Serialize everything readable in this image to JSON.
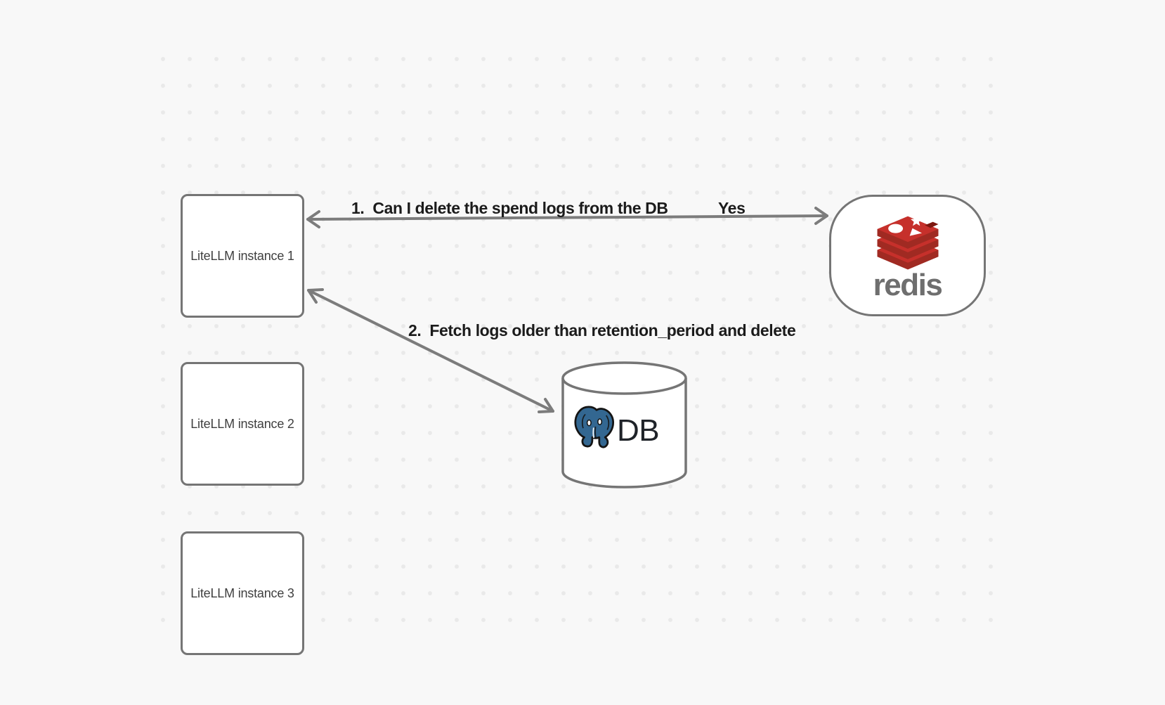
{
  "canvas": {
    "background_color": "#f8f8f8",
    "dot_color": "#e9e9e9",
    "node_border_color": "#757575",
    "arrow_color": "#7c7c7c"
  },
  "instances": [
    {
      "label": "LiteLLM instance 1"
    },
    {
      "label": "LiteLLM instance 2"
    },
    {
      "label": "LiteLLM instance 3"
    }
  ],
  "redis": {
    "wordmark": "redis",
    "brand_red": "#c6302b",
    "brand_red_dark": "#a02a22",
    "wordmark_color": "#6e6e6e"
  },
  "database": {
    "label": "DB",
    "elephant_blue": "#336791"
  },
  "arrows": {
    "request_spend_logs": {
      "from": "LiteLLM instance 1",
      "to": "redis",
      "direction": "both",
      "step_label": "1.  Can I delete the spend logs from the DB",
      "response_label": "Yes"
    },
    "fetch_and_delete": {
      "from": "LiteLLM instance 1",
      "to": "DB",
      "direction": "both",
      "step_label": "2.  Fetch logs older than retention_period and delete"
    }
  }
}
